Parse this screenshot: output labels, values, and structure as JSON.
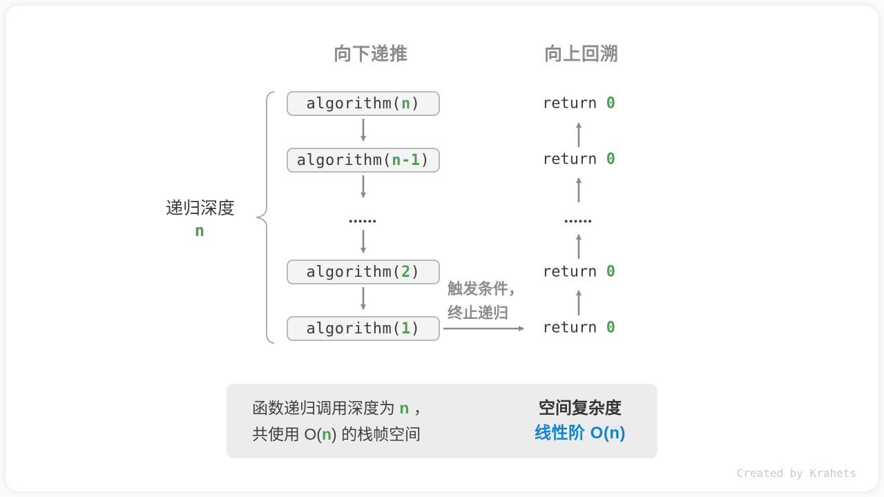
{
  "headers": {
    "down": "向下递推",
    "up": "向上回溯"
  },
  "depth_label": {
    "text": "递归深度",
    "value": "n"
  },
  "call_stack": {
    "boxes": [
      {
        "prefix": "algorithm(",
        "arg": "n",
        "suffix": ")"
      },
      {
        "prefix": "algorithm(",
        "arg": "n-1",
        "suffix": ")"
      },
      {
        "prefix": "algorithm(",
        "arg": "2",
        "suffix": ")"
      },
      {
        "prefix": "algorithm(",
        "arg": "1",
        "suffix": ")"
      }
    ],
    "ellipsis": "••••••"
  },
  "returns": {
    "rows": [
      {
        "keyword": "return ",
        "value": "0"
      },
      {
        "keyword": "return ",
        "value": "0"
      },
      {
        "keyword": "return ",
        "value": "0"
      },
      {
        "keyword": "return ",
        "value": "0"
      }
    ],
    "ellipsis": "••••••"
  },
  "trigger": {
    "line1": "触发条件，",
    "line2": "终止递归"
  },
  "summary": {
    "left_line1_a": "函数递归调用深度为 ",
    "left_line1_n": "n",
    "left_line1_b": " ，",
    "left_line2_a": "共使用 O(",
    "left_line2_n": "n",
    "left_line2_b": ") 的栈帧空间",
    "right_title": "空间复杂度",
    "right_value": "线性阶 O(n)"
  },
  "credit": "Created by Krahets",
  "colors": {
    "green": "#4e9e55",
    "blue": "#1184d6",
    "gray_text": "#8c8c8c",
    "dark_text": "#3a3a3a",
    "arrow_gray": "#8a8a8a",
    "box_bg": "#f4f4f4",
    "box_border": "#b9b9b9",
    "panel_bg": "#ececec",
    "credit": "#cbcbcb",
    "card_bg": "#ffffff"
  }
}
